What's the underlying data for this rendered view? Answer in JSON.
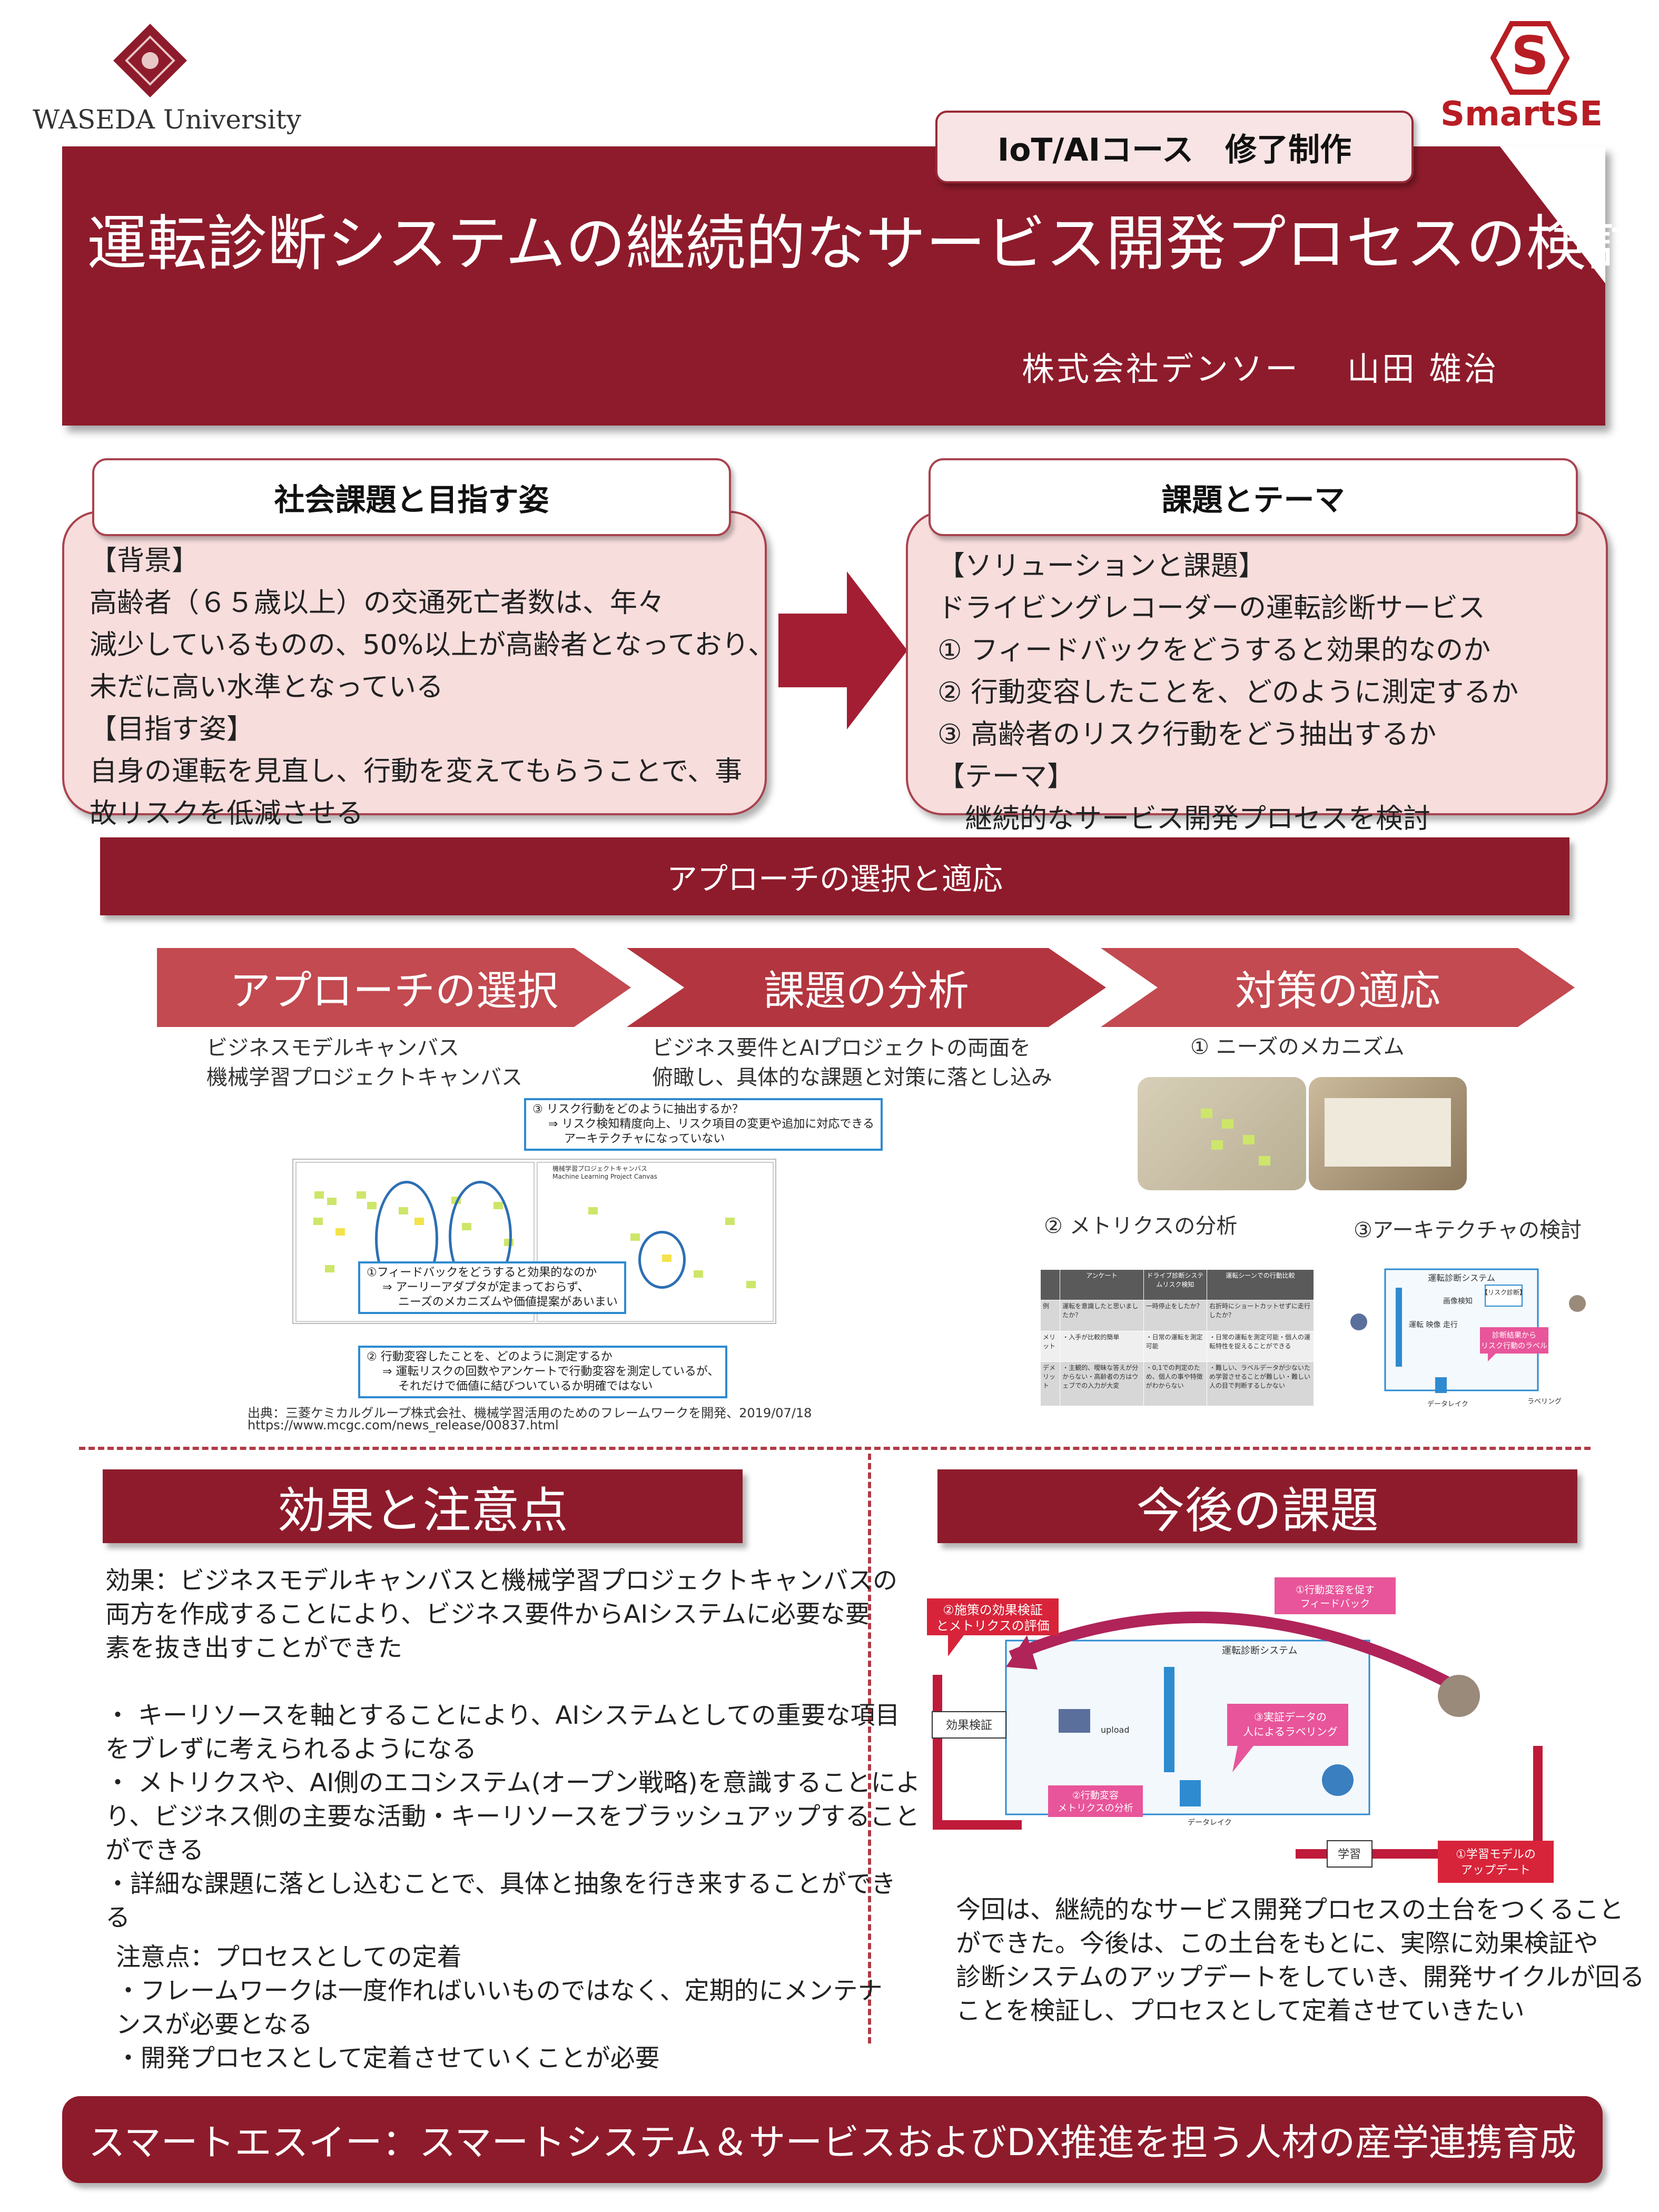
{
  "header": {
    "university": "WASEDA University",
    "program": "SmartSE",
    "course_tag": "IoT/AIコース　修了制作",
    "title": "運転診断システムの継続的なサービス開発プロセスの検討",
    "author": "株式会社デンソー　 山田 雄治"
  },
  "social": {
    "heading": "社会課題と目指す姿",
    "lines": [
      "【背景】",
      "高齢者（６５歳以上）の交通死亡者数は、年々",
      "減少しているものの、50%以上が高齢者となっており、",
      "未だに高い水準となっている",
      "【目指す姿】",
      "自身の運転を見直し、行動を変えてもらうことで、事",
      "故リスクを低減させる"
    ]
  },
  "theme": {
    "heading": "課題とテーマ",
    "lines": [
      "【ソリューションと課題】",
      "ドライビングレコーダーの運転診断サービス",
      "① フィードバックをどうすると効果的なのか",
      "② 行動変容したことを、どのように測定するか",
      "③ 高齢者のリスク行動をどう抽出するか",
      "【テーマ】",
      "　継続的なサービス開発プロセスを検討"
    ]
  },
  "approach": {
    "banner": "アプローチの選択と適応",
    "steps": [
      "アプローチの選択",
      "課題の分析",
      "対策の適応"
    ],
    "selection_lines": [
      "ビジネスモデルキャンバス",
      "機械学習プロジェクトキャンバス"
    ],
    "analysis_lines": [
      "ビジネス要件とAIプロジェクトの両面を",
      "俯瞰し、具体的な課題と対策に落とし込み"
    ],
    "callout_3": [
      "③ リスク行動をどのように抽出するか？",
      "⇒ リスク検知精度向上、リスク項目の変更や追加に対応できる",
      "アーキテクチャになっていない"
    ],
    "callout_1": [
      "①フィードバックをどうすると効果的なのか",
      "⇒ アーリーアダプタが定まっておらず、",
      "ニーズのメカニズムや価値提案があいまい"
    ],
    "callout_2": [
      "② 行動変容したことを、どのように測定するか",
      "⇒ 運転リスクの回数やアンケートで行動変容を測定しているが、",
      "それだけで価値に結びついているか明確ではない"
    ],
    "canvas_title": [
      "機械学習プロジェクトキャンバス",
      "Machine Learning Project Canvas"
    ],
    "measure_1": "① ニーズのメカニズム",
    "measure_2": "② メトリクスの分析",
    "measure_3": "③アーキテクチャの検討",
    "source_1": "出典：三菱ケミカルグループ株式会社、機械学習活用のためのフレームワークを開発、2019/07/18",
    "source_2": "https://www.mcgc.com/news_release/00837.html"
  },
  "metrics_table": {
    "headers": [
      "",
      "アンケート",
      "ドライブ診断システムリスク検知",
      "運転シーンでの行動比較"
    ],
    "rows": [
      [
        "例",
        "運転を意識したと思いましたか？",
        "一時停止をしたか？",
        "右折時にショートカットせずに走行したか？"
      ],
      [
        "メリット",
        "・入手が比較的簡単",
        "・日常の運転を測定可能",
        "・日常の運転を測定可能・個人の運転特性を捉えることができる"
      ],
      [
        "デメリット",
        "・主観的、曖昧な答えが分からない・高齢者の方はウェブでの入力が大変",
        "・0,1での判定のため、個人の事や特徴がわからない",
        "・難しい、ラベルデータが少ないため学習させることが難しい・難しい人の目で判断するしかない"
      ]
    ]
  },
  "arch": {
    "title": "運転診断システム",
    "risk_label": "【リスク診断】",
    "image_label": "画像検知",
    "risk_callout": [
      "診断結果から",
      "リスク行動のラベル"
    ],
    "datalake": "データレイク",
    "labeling": "ラベリング",
    "side_label": "運転\n映像\n走行"
  },
  "effect": {
    "heading": "効果と注意点",
    "lines": [
      "効果：ビジネスモデルキャンバスと機械学習プロジェクトキャンバスの",
      "両方を作成することにより、ビジネス要件からAIシステムに必要な要",
      "素を抜き出すことができた",
      "",
      "・ キーリソースを軸とすることにより、AIシステムとしての重要な項目",
      "をブレずに考えられるようになる",
      "・ メトリクスや、AI側のエコシステム(オープン戦略)を意識することによ",
      "り、ビジネス側の主要な活動・キーリソースをブラッシュアップすること",
      "ができる",
      "・詳細な課題に落とし込むことで、具体と抽象を行き来することができ",
      "る"
    ],
    "caution_lines": [
      "注意点：プロセスとしての定着",
      "・フレームワークは一度作ればいいものではなく、定期的にメンテナ",
      "ンスが必要となる",
      "・開発プロセスとして定着させていくことが必要"
    ]
  },
  "future": {
    "heading": "今後の課題",
    "diagram": {
      "label_feedback": [
        "①行動変容を促す",
        "フィードバック"
      ],
      "label_eval": [
        "②施策の効果検証",
        "とメトリクスの評価"
      ],
      "label_effect": "効果検証",
      "label_system": "運転診断システム",
      "label_labeling": [
        "③実証データの",
        "人によるラベリング"
      ],
      "label_metrics": [
        "②行動変容",
        "メトリクスの分析"
      ],
      "label_learn": "学習",
      "label_update": [
        "①学習モデルの",
        "アップデート"
      ],
      "label_datalake": "データレイク",
      "label_upload": "upload"
    },
    "lines": [
      "今回は、継続的なサービス開発プロセスの土台をつくること",
      "ができた。今後は、この土台をもとに、実際に効果検証や",
      "診断システムのアップデートをしていき、開発サイクルが回る",
      "ことを検証し、プロセスとして定着させていきたい"
    ]
  },
  "footer": {
    "text": "スマートエスイー：スマートシステム＆サービスおよびDX推進を担う人材の産学連携育成"
  },
  "colors": {
    "maroon": "#8e1b2b",
    "pink": "#f8dddd",
    "chevron": "#c24a50",
    "accent_blue": "#2e8bd0"
  }
}
